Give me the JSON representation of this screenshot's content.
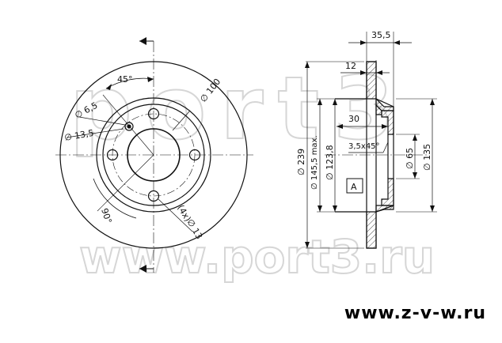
{
  "watermark": {
    "top": "port3",
    "bottom": "www.port3.ru"
  },
  "site_url": "www.z-v-w.ru",
  "front_view": {
    "angle_top": "45°",
    "angle_bottom": "90°",
    "dia_small_hole": "∅ 6,5",
    "dia_pcd": "∅ 100",
    "dia_bolt_hole": "∅ 13,5",
    "bolt_holes": "(4x)",
    "dia_bolt_bottom": "∅ 13"
  },
  "side_view": {
    "width_total": "35,5",
    "thickness": "12",
    "hat_depth": "30",
    "chamfer": "3,5x45°",
    "dia_outer": "∅ 239",
    "dia_max": "∅ 145,5 max.",
    "dia_hat": "∅ 123,8",
    "dia_center": "∅ 65",
    "dia_hub": "∅ 135",
    "datum": "A"
  }
}
